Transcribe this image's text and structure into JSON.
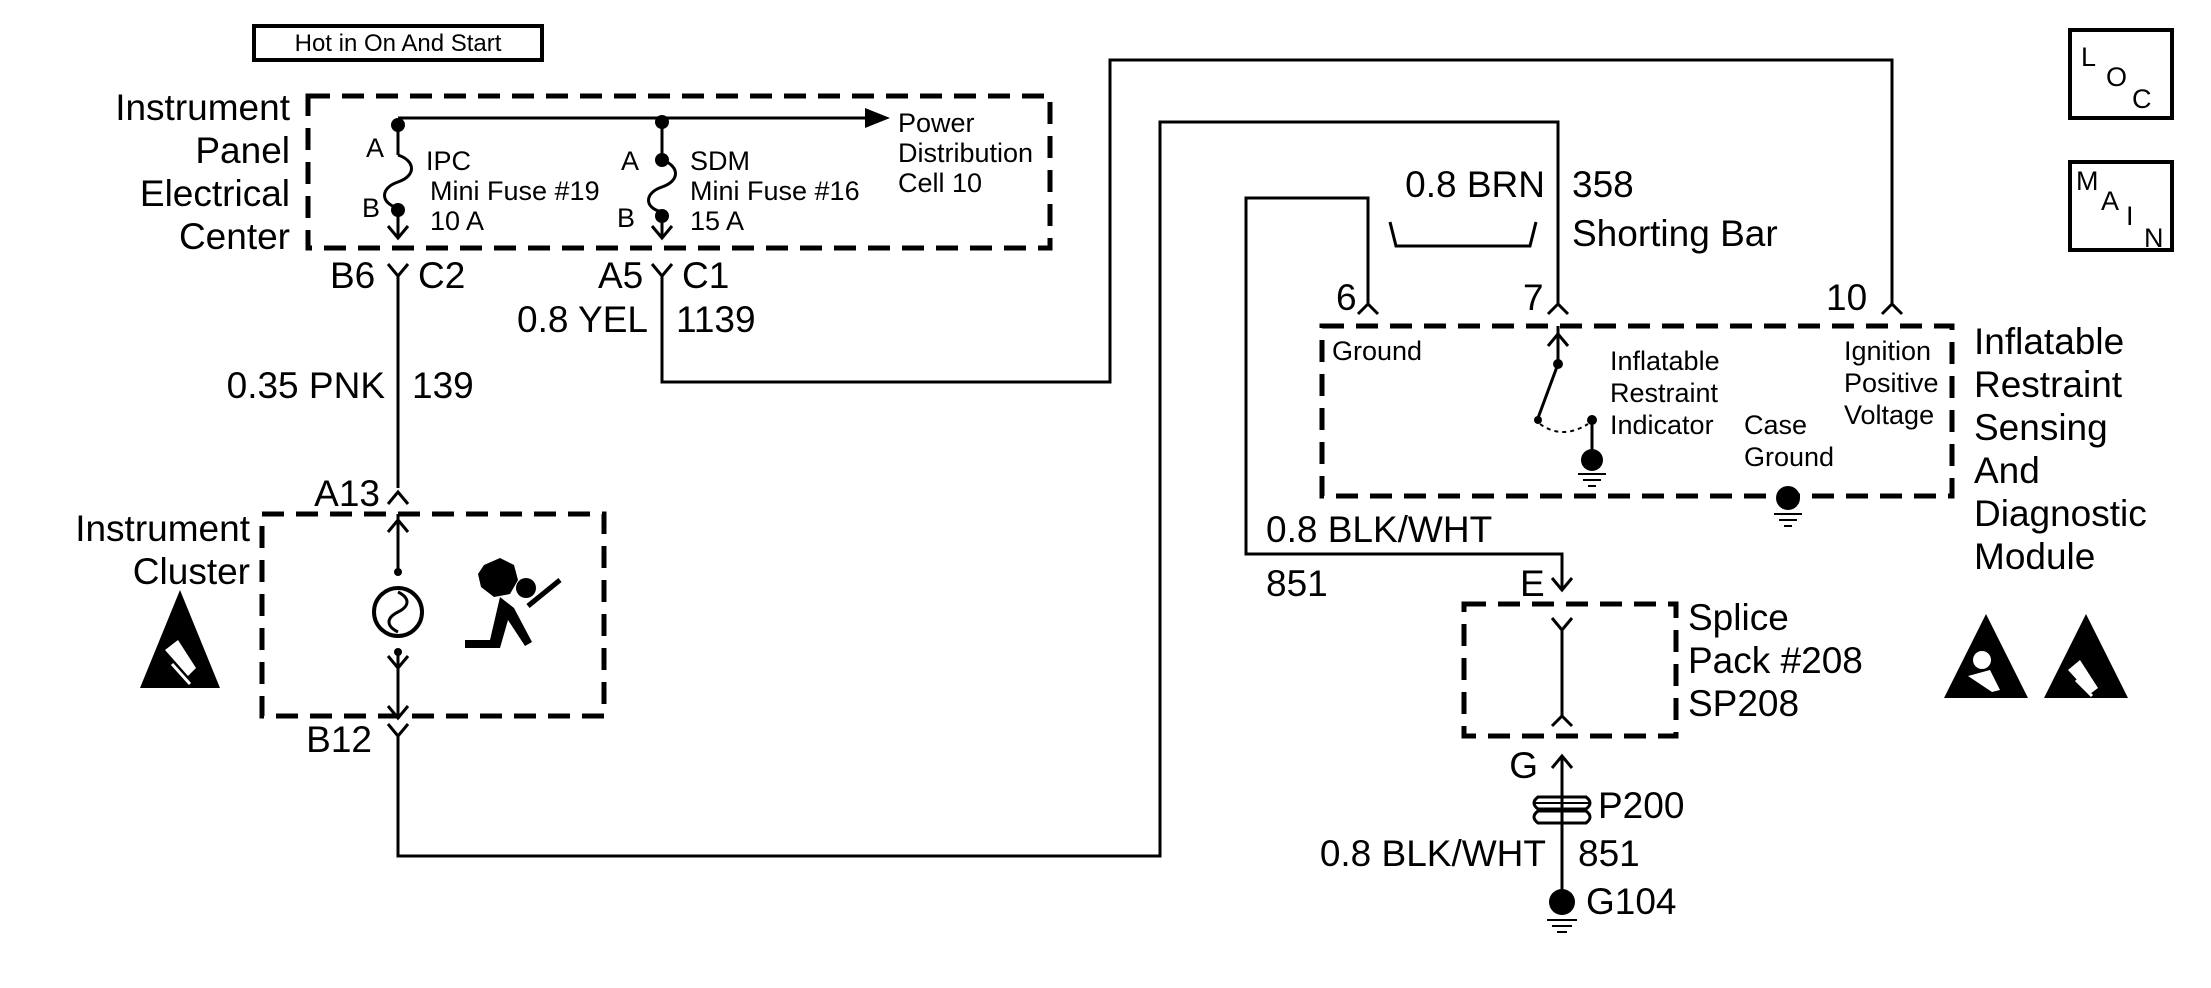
{
  "header_box": "Hot in On And Start",
  "nav_icons": {
    "loc": {
      "l1": "L",
      "l2": "O",
      "l3": "C"
    },
    "main": {
      "l1": "M",
      "l2": "A",
      "l3": "I",
      "l4": "N"
    }
  },
  "ipec": {
    "title_lines": [
      "Instrument",
      "Panel",
      "Electrical",
      "Center"
    ],
    "fuse_ipc": {
      "name": "IPC",
      "line2": "Mini Fuse #19",
      "rating": "10 A",
      "pin_top": "A",
      "pin_bottom": "B"
    },
    "fuse_sdm": {
      "name": "SDM",
      "line2": "Mini Fuse #16",
      "rating": "15 A",
      "pin_top": "A",
      "pin_bottom": "B"
    },
    "power_dist": [
      "Power",
      "Distribution",
      "Cell 10"
    ]
  },
  "connectors": {
    "b6": "B6",
    "c2": "C2",
    "a5": "A5",
    "c1": "C1",
    "a13": "A13",
    "b12": "B12",
    "pin6": "6",
    "pin7": "7",
    "pin10": "10",
    "e": "E",
    "g": "G"
  },
  "wires": {
    "w139_color": "0.35 PNK",
    "w139_num": "139",
    "w1139_color": "0.8 YEL",
    "w1139_num": "1139",
    "w358_color": "0.8 BRN",
    "w358_num": "358",
    "shorting_bar": "Shorting Bar",
    "w851_color": "0.8 BLK/WHT",
    "w851_num": "851",
    "w851b_color": "0.8 BLK/WHT",
    "w851b_num": "851"
  },
  "instrument_cluster": {
    "lines": [
      "Instrument",
      "Cluster"
    ]
  },
  "sdm": {
    "title_lines": [
      "Inflatable",
      "Restraint",
      "Sensing",
      "And",
      "Diagnostic",
      "Module"
    ],
    "ground": "Ground",
    "indicator_lines": [
      "Inflatable",
      "Restraint",
      "Indicator"
    ],
    "case_ground": [
      "Case",
      "Ground"
    ],
    "ignition": [
      "Ignition",
      "Positive",
      "Voltage"
    ]
  },
  "splice": {
    "lines": [
      "Splice",
      "Pack #208",
      "SP208"
    ]
  },
  "p200": "P200",
  "g104": "G104"
}
